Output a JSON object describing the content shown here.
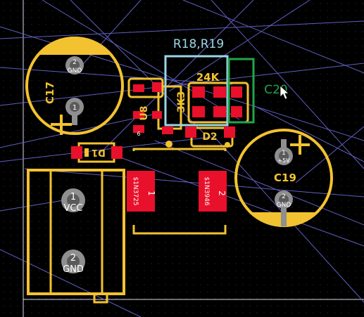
{
  "colors": {
    "background": "#000000",
    "silkscreen": "#f2c230",
    "pad_copper": "#e8102a",
    "ratsnest": "#6a6ad8",
    "selection_cyan": "#9dd6e6",
    "selection_green": "#1fa64a",
    "pad_gray": "#8f8f8f"
  },
  "labels": {
    "r18_r19": "R18,R19",
    "c20": "C20",
    "r_value_top": "24K",
    "r_value_side": "3K3",
    "u8": "U8",
    "u8_pin": "6",
    "d2": "D2",
    "d1": "D1",
    "c17": "C17",
    "c19": "C19",
    "part_left": "$1N3725",
    "part_right": "$1N3946"
  },
  "pads": {
    "c17_1": "1",
    "c17_2_num": "2",
    "c17_2_net": "GND",
    "c19_1_num": "1",
    "c19_1_net": "+5V",
    "c19_2_num": "2",
    "c19_2_net": "GND",
    "conn_1_num": "1",
    "conn_1_net": "VCC",
    "conn_2_num": "2",
    "conn_2_net": "GND",
    "big_left": "1",
    "big_right": "2"
  },
  "icons": {
    "cursor": "mouse-pointer-icon"
  }
}
